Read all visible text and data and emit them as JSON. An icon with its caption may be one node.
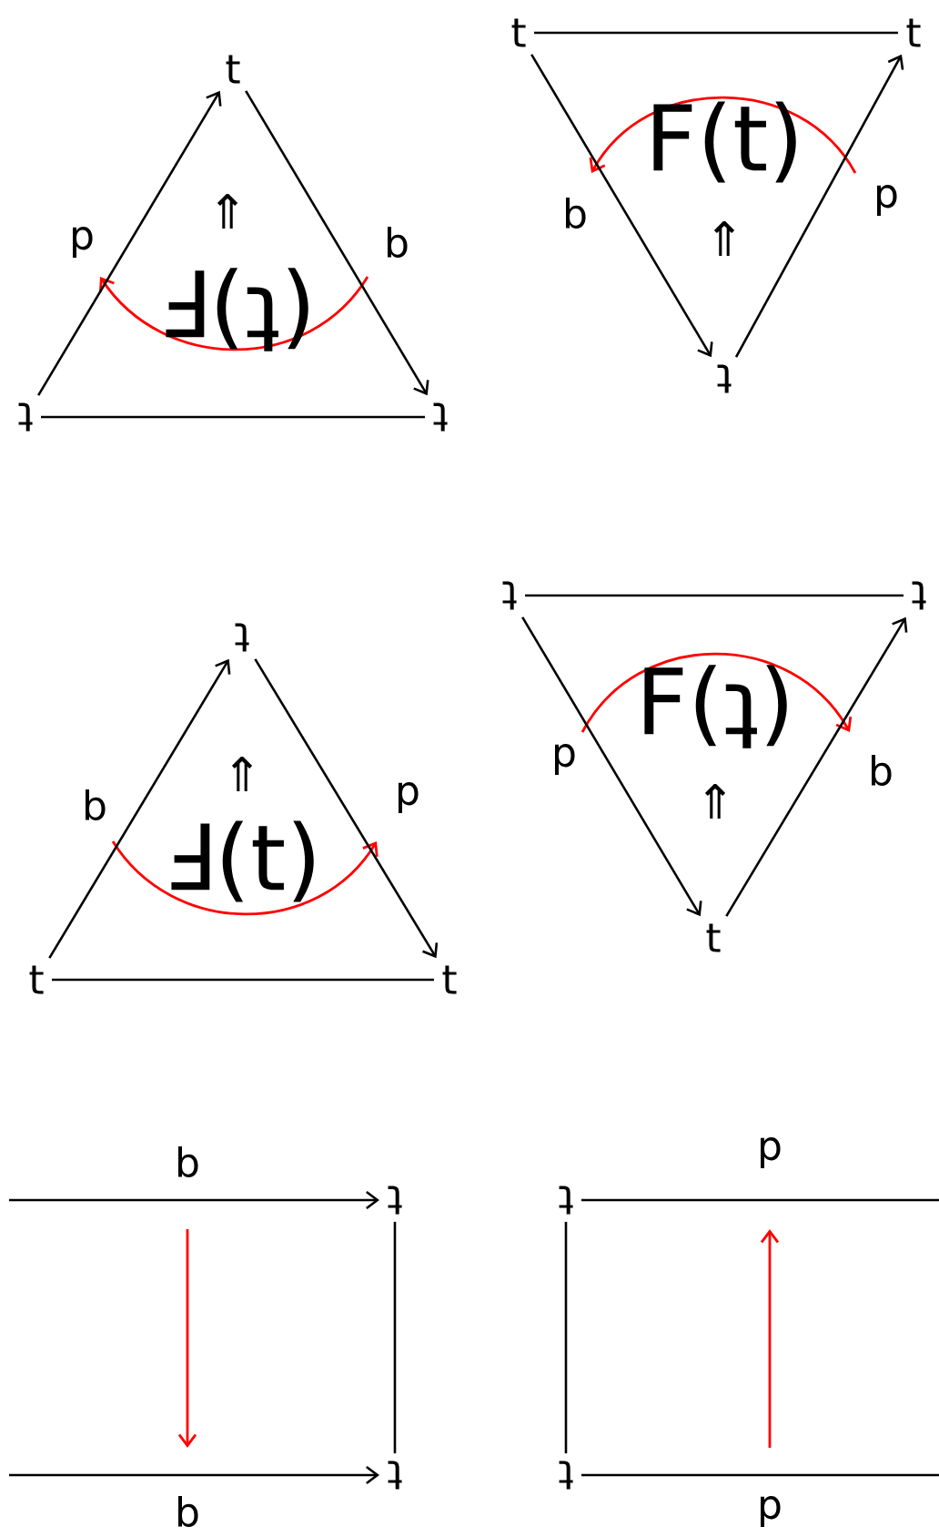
{
  "diagram": {
    "nodes": [
      {
        "text": [
          "t"
        ]
      },
      {
        "text": [
          "ʇ"
        ]
      },
      {
        "text": [
          "ʇ"
        ]
      },
      {
        "text": [
          "t"
        ]
      },
      {
        "text": [
          "t"
        ]
      },
      {
        "text": [
          "ʇ"
        ]
      },
      {
        "text": [
          "ʇ"
        ]
      },
      {
        "text": [
          "t"
        ]
      },
      {
        "text": [
          "t"
        ]
      },
      {
        "text": [
          "ʇ"
        ]
      },
      {
        "text": [
          "ʇ"
        ]
      },
      {
        "text": [
          "t"
        ]
      },
      {
        "text": [
          "ʇ"
        ]
      },
      {
        "text": [
          "ʇ"
        ]
      },
      {
        "text": [
          "ʇ"
        ]
      },
      {
        "text": [
          "ʇ"
        ]
      }
    ],
    "edges": [
      {
        "from": 1,
        "to": 0,
        "arrow": "to",
        "label": "p"
      },
      {
        "from": 0,
        "to": 2,
        "arrow": "to",
        "label": "b"
      },
      {
        "from": 1,
        "to": 2,
        "arrow": "none"
      },
      {
        "from": 3,
        "to": 4,
        "arrow": "none"
      },
      {
        "from": 3,
        "to": 5,
        "arrow": "to",
        "label": "b"
      },
      {
        "from": 5,
        "to": 4,
        "arrow": "to",
        "label": "p"
      },
      {
        "from": 7,
        "to": 6,
        "arrow": "to",
        "label": "b"
      },
      {
        "from": 6,
        "to": 8,
        "arrow": "to",
        "label": "p"
      },
      {
        "from": 7,
        "to": 8,
        "arrow": "none"
      },
      {
        "from": 9,
        "to": 10,
        "arrow": "none"
      },
      {
        "from": 9,
        "to": 11,
        "arrow": "to",
        "label": "p"
      },
      {
        "from": 11,
        "to": 10,
        "arrow": "to",
        "label": "b"
      },
      {
        "from": null,
        "to": 12,
        "arrow": "to",
        "label": "b"
      },
      {
        "from": null,
        "to": 13,
        "arrow": "to",
        "label": "b"
      },
      {
        "from": 12,
        "to": 13,
        "arrow": "none"
      },
      {
        "from": 14,
        "to": 15,
        "arrow": "none"
      },
      {
        "from": 14,
        "to": null,
        "arrow": "none",
        "label": "p"
      },
      {
        "from": 15,
        "to": null,
        "arrow": "none",
        "label": "p"
      }
    ],
    "labels": [
      "⇑",
      "Ⅎ(ʇ)",
      "F(t)",
      "⇑",
      "⇑",
      "Ⅎ(t)",
      "F(ʇ)",
      "⇑"
    ]
  }
}
